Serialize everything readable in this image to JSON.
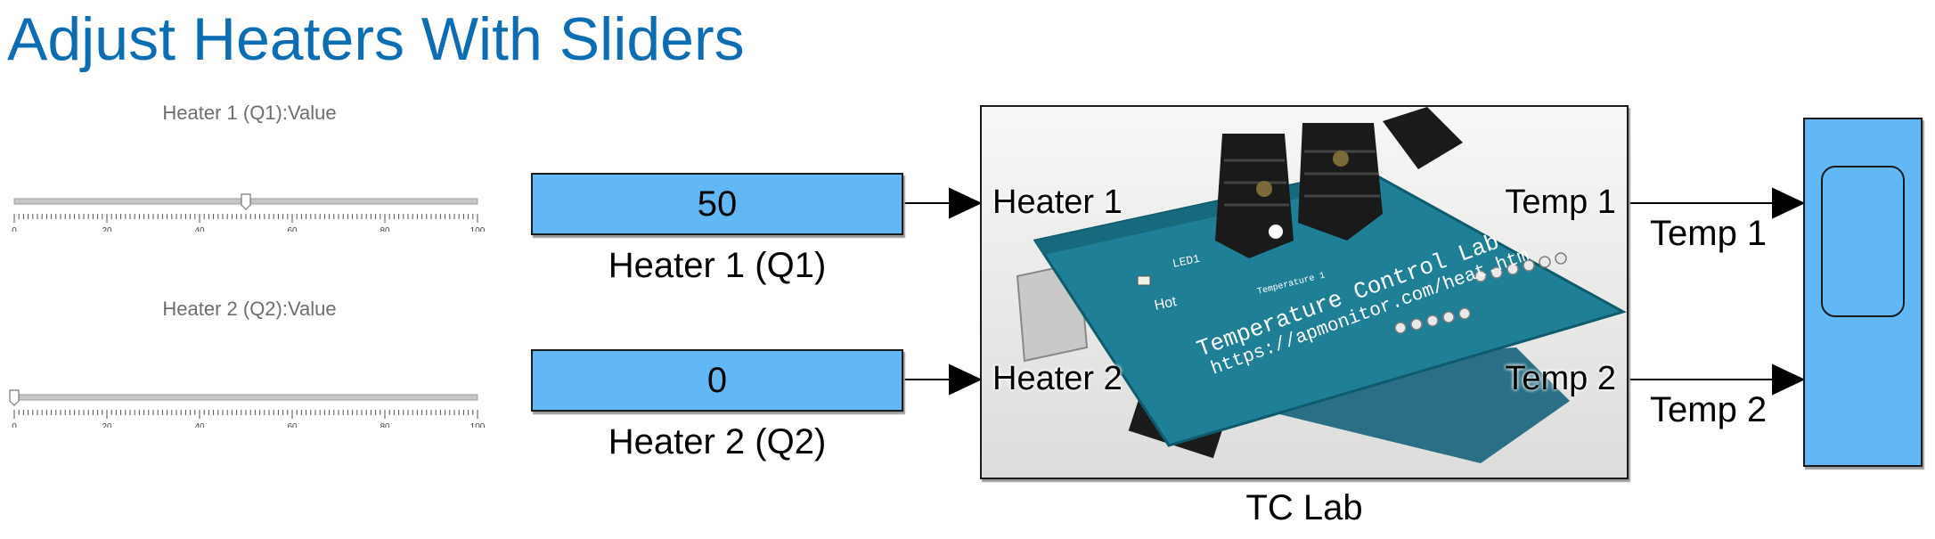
{
  "title": "Adjust Heaters With Sliders",
  "sliders": [
    {
      "label": "Heater 1 (Q1):Value",
      "value": 50,
      "min": 0,
      "max": 100,
      "ticks": [
        "0",
        "20",
        "40",
        "60",
        "80",
        "100"
      ]
    },
    {
      "label": "Heater 2 (Q2):Value",
      "value": 0,
      "min": 0,
      "max": 100,
      "ticks": [
        "0",
        "20",
        "40",
        "60",
        "80",
        "100"
      ]
    }
  ],
  "constants": [
    {
      "value": "50",
      "label": "Heater 1 (Q1)"
    },
    {
      "value": "0",
      "label": "Heater 2 (Q2)"
    }
  ],
  "tclab": {
    "label": "TC Lab",
    "inputs": [
      "Heater 1",
      "Heater 2"
    ],
    "outputs": [
      "Temp 1",
      "Temp 2"
    ],
    "board_text": {
      "title": "Temperature Control Lab",
      "url": "https://apmonitor.com/heat.htm",
      "led": "LED1",
      "hot": "Hot",
      "sensor": "Temperature 1"
    }
  },
  "scope": {
    "signals": [
      "Temp 1",
      "Temp 2"
    ]
  },
  "colors": {
    "title": "#0c6db5",
    "block_fill": "#62b8f5",
    "board": "#1f7f96"
  }
}
